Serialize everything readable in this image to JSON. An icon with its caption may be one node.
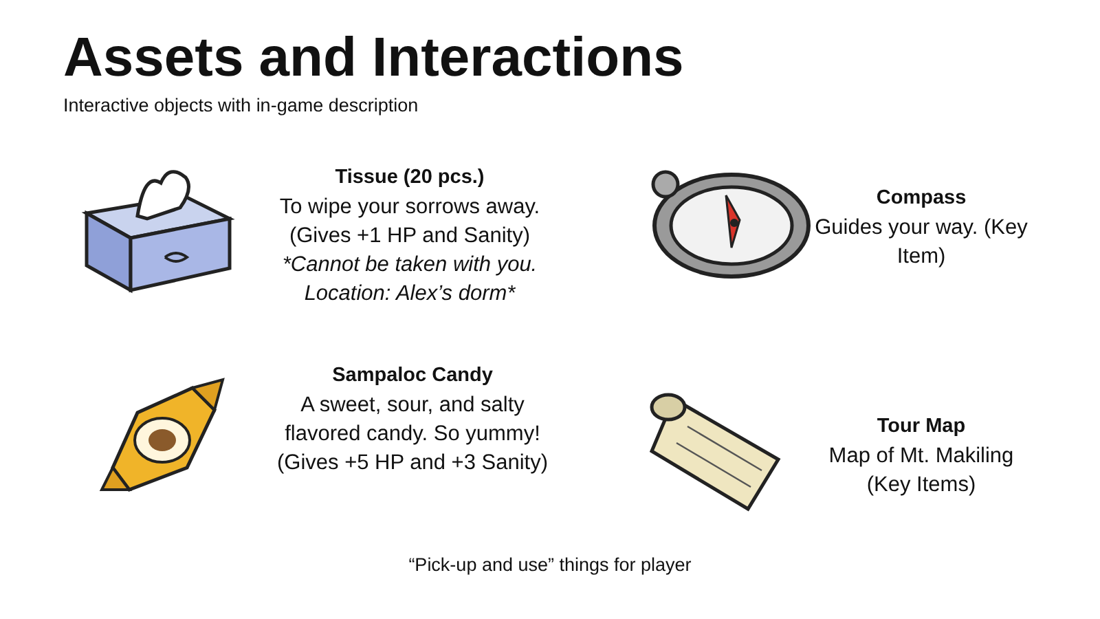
{
  "diagram": {
    "title": "Assets and Interactions",
    "caption": "“Pick-up and use” things for player",
    "labels": [
      "Interactive objects with in-game description",
      "Tissue (20 pcs.)",
      "To wipe your sorrows away. (Gives +1 HP and Sanity)",
      "*Cannot be taken with you. Location: Alex’s dorm*",
      "Compass",
      "Guides your way. (Key Item)",
      "Sampaloc Candy",
      "A sweet, sour, and salty flavored candy. So yummy! (Gives +5 HP and +3 Sanity)",
      "Tour Map",
      "Map of Mt. Makiling (Key Items)"
    ]
  }
}
